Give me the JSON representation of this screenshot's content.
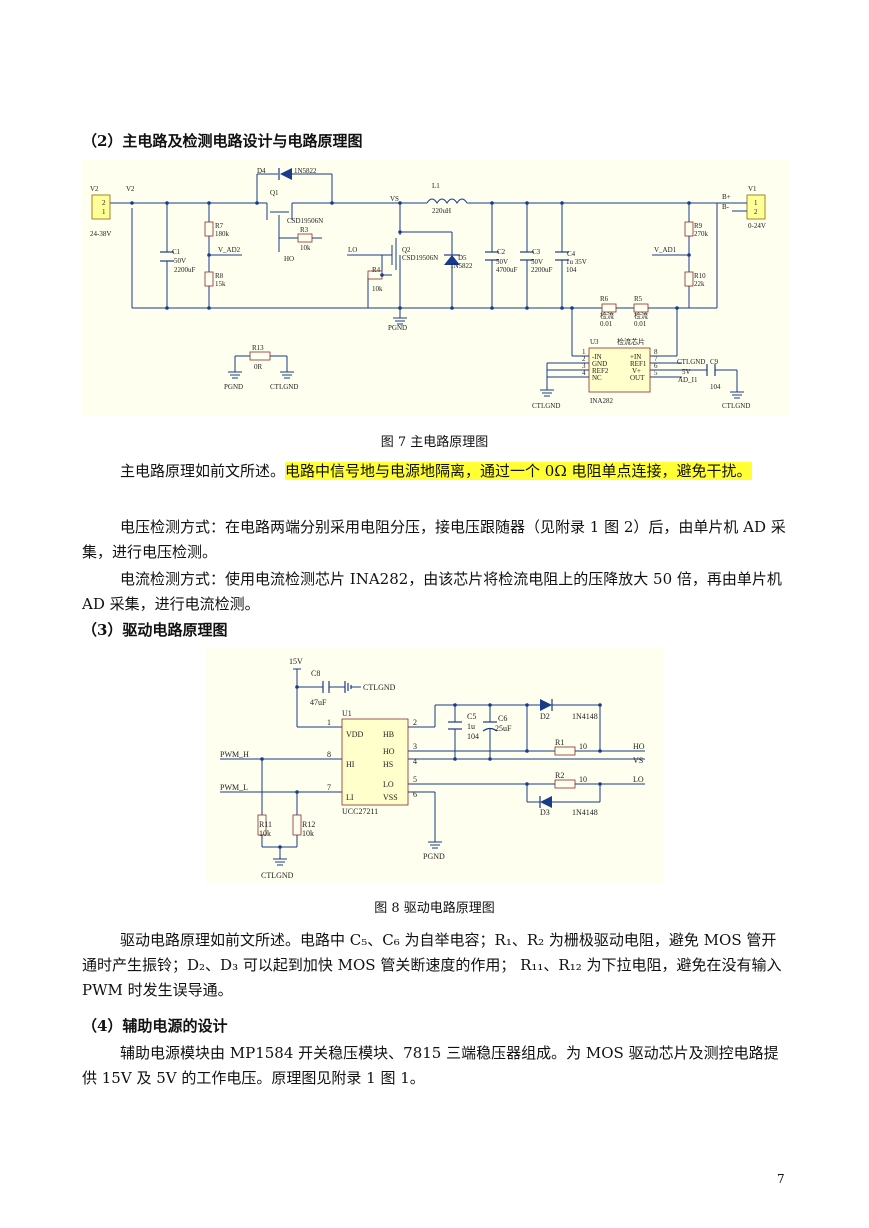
{
  "sections": {
    "s2_title": "（2）主电路及检测电路设计与电路原理图",
    "s3_title": "（3）驱动电路原理图",
    "s4_title": "（4）辅助电源的设计"
  },
  "figures": {
    "fig7_caption": "图 7  主电路原理图",
    "fig8_caption": "图 8  驱动电路原理图"
  },
  "paragraphs": {
    "p1_plain": "主电路原理如前文所述。",
    "p1_highlight": "电路中信号地与电源地隔离，通过一个 0Ω 电阻单点连接，避免干扰。",
    "p2": "电压检测方式：在电路两端分别采用电阻分压，接电压跟随器（见附录 1 图 2）后，由单片机 AD 采集，进行电压检测。",
    "p3": "电流检测方式：使用电流检测芯片 INA282，由该芯片将检流电阻上的压降放大 50 倍，再由单片机 AD 采集，进行电流检测。",
    "p4": "驱动电路原理如前文所述。电路中 C₅、C₆ 为自举电容；R₁、R₂ 为栅极驱动电阻，避免 MOS 管开通时产生振铃；D₂、D₃ 可以起到加快 MOS 管关断速度的作用；  R₁₁、R₁₂ 为下拉电阻，避免在没有输入 PWM 时发生误导通。",
    "p5": "辅助电源模块由 MP1584  开关稳压模块、7815 三端稳压器组成。为 MOS 驱动芯片及测控电路提供 15V 及 5V 的工作电压。原理图见附录 1 图 1。"
  },
  "main_circuit": {
    "V2": "V2",
    "V2_pin2": "2",
    "V2_pin1": "1",
    "V2_range": "24-38V",
    "V1": "V1",
    "V1_pin1": "1",
    "V1_pin2": "2",
    "V1_range": "0-24V",
    "Bplus": "B+",
    "Bminus": "B-",
    "D4": "D4",
    "D4_val": "1N5822",
    "Q1": "Q1",
    "Q1_val": "CSD19506N",
    "R7": "R7",
    "R7_val": "180k",
    "R3": "R3",
    "R3_val": "10k",
    "HO": "HO",
    "VS": "VS",
    "LO": "LO",
    "L1": "L1",
    "L1_val": "220uH",
    "C1": "C1",
    "C1_v": "50V",
    "C1_val": "2200uF",
    "VAD2": "V_AD2",
    "VAD1": "V_AD1",
    "R8": "R8",
    "R8_val": "15k",
    "Q2": "Q2",
    "Q2_val": "CSD19506N",
    "R4": "R4",
    "R4_val": "10k",
    "D5": "D5",
    "D5_val": "1N5822",
    "C2": "C2",
    "C2_v": "50V",
    "C2_val": "4700uF",
    "C3": "C3",
    "C3_v": "50V",
    "C3_val": "2200uF",
    "C4": "C4",
    "C4_v": "1u 35V",
    "C4_val": "104",
    "R9": "R9",
    "R9_val": "270k",
    "R10": "R10",
    "R10_val": "22k",
    "R6": "R6",
    "R6_t": "检流",
    "R6_val": "0.01",
    "R5": "R5",
    "R5_t": "检流",
    "R5_val": "0.01",
    "PGND": "PGND",
    "CTLGND": "CTLGND",
    "R13": "R13",
    "R13_val": "0R",
    "U3": "U3",
    "U3_t": "检流芯片",
    "U3_part": "INA282",
    "U3_pins_l": [
      "1",
      "2",
      "3",
      "4"
    ],
    "U3_pins_r": [
      "8",
      "7",
      "6",
      "5"
    ],
    "U3_l": [
      "-IN",
      "GND",
      "REF2",
      "NC"
    ],
    "U3_r": [
      "+IN",
      "REF1",
      "V+",
      "OUT"
    ],
    "C9": "C9",
    "C9_val": "104",
    "net_5V": "5V",
    "AD_I1": "AD_I1"
  },
  "drive_circuit": {
    "v15": "15V",
    "C8": "C8",
    "C8_val": "47uF",
    "CTLGND": "CTLGND",
    "U1": "U1",
    "U1_part": "UCC27211",
    "pins_l": [
      "1",
      "8",
      "7"
    ],
    "pins_r": [
      "2",
      "3",
      "4",
      "5",
      "6"
    ],
    "lbl_l": [
      "VDD",
      "HI",
      "LI"
    ],
    "lbl_r": [
      "HB",
      "HO",
      "HS",
      "LO",
      "VSS"
    ],
    "C5": "C5",
    "C5_val1": "1u",
    "C5_val2": "104",
    "C6": "C6",
    "C6_val": "25uF",
    "D2": "D2",
    "D2_val": "1N4148",
    "D3": "D3",
    "D3_val": "1N4148",
    "R1": "R1",
    "R1_val": "10",
    "R2": "R2",
    "R2_val": "10",
    "HO": "HO",
    "VS": "VS",
    "LO": "LO",
    "PWM_H": "PWM_H",
    "PWM_L": "PWM_L",
    "R11": "R11",
    "R11_val": "10k",
    "R12": "R12",
    "R12_val": "10k",
    "PGND": "PGND",
    "CTLGND2": "CTLGND"
  },
  "page_number": "7"
}
